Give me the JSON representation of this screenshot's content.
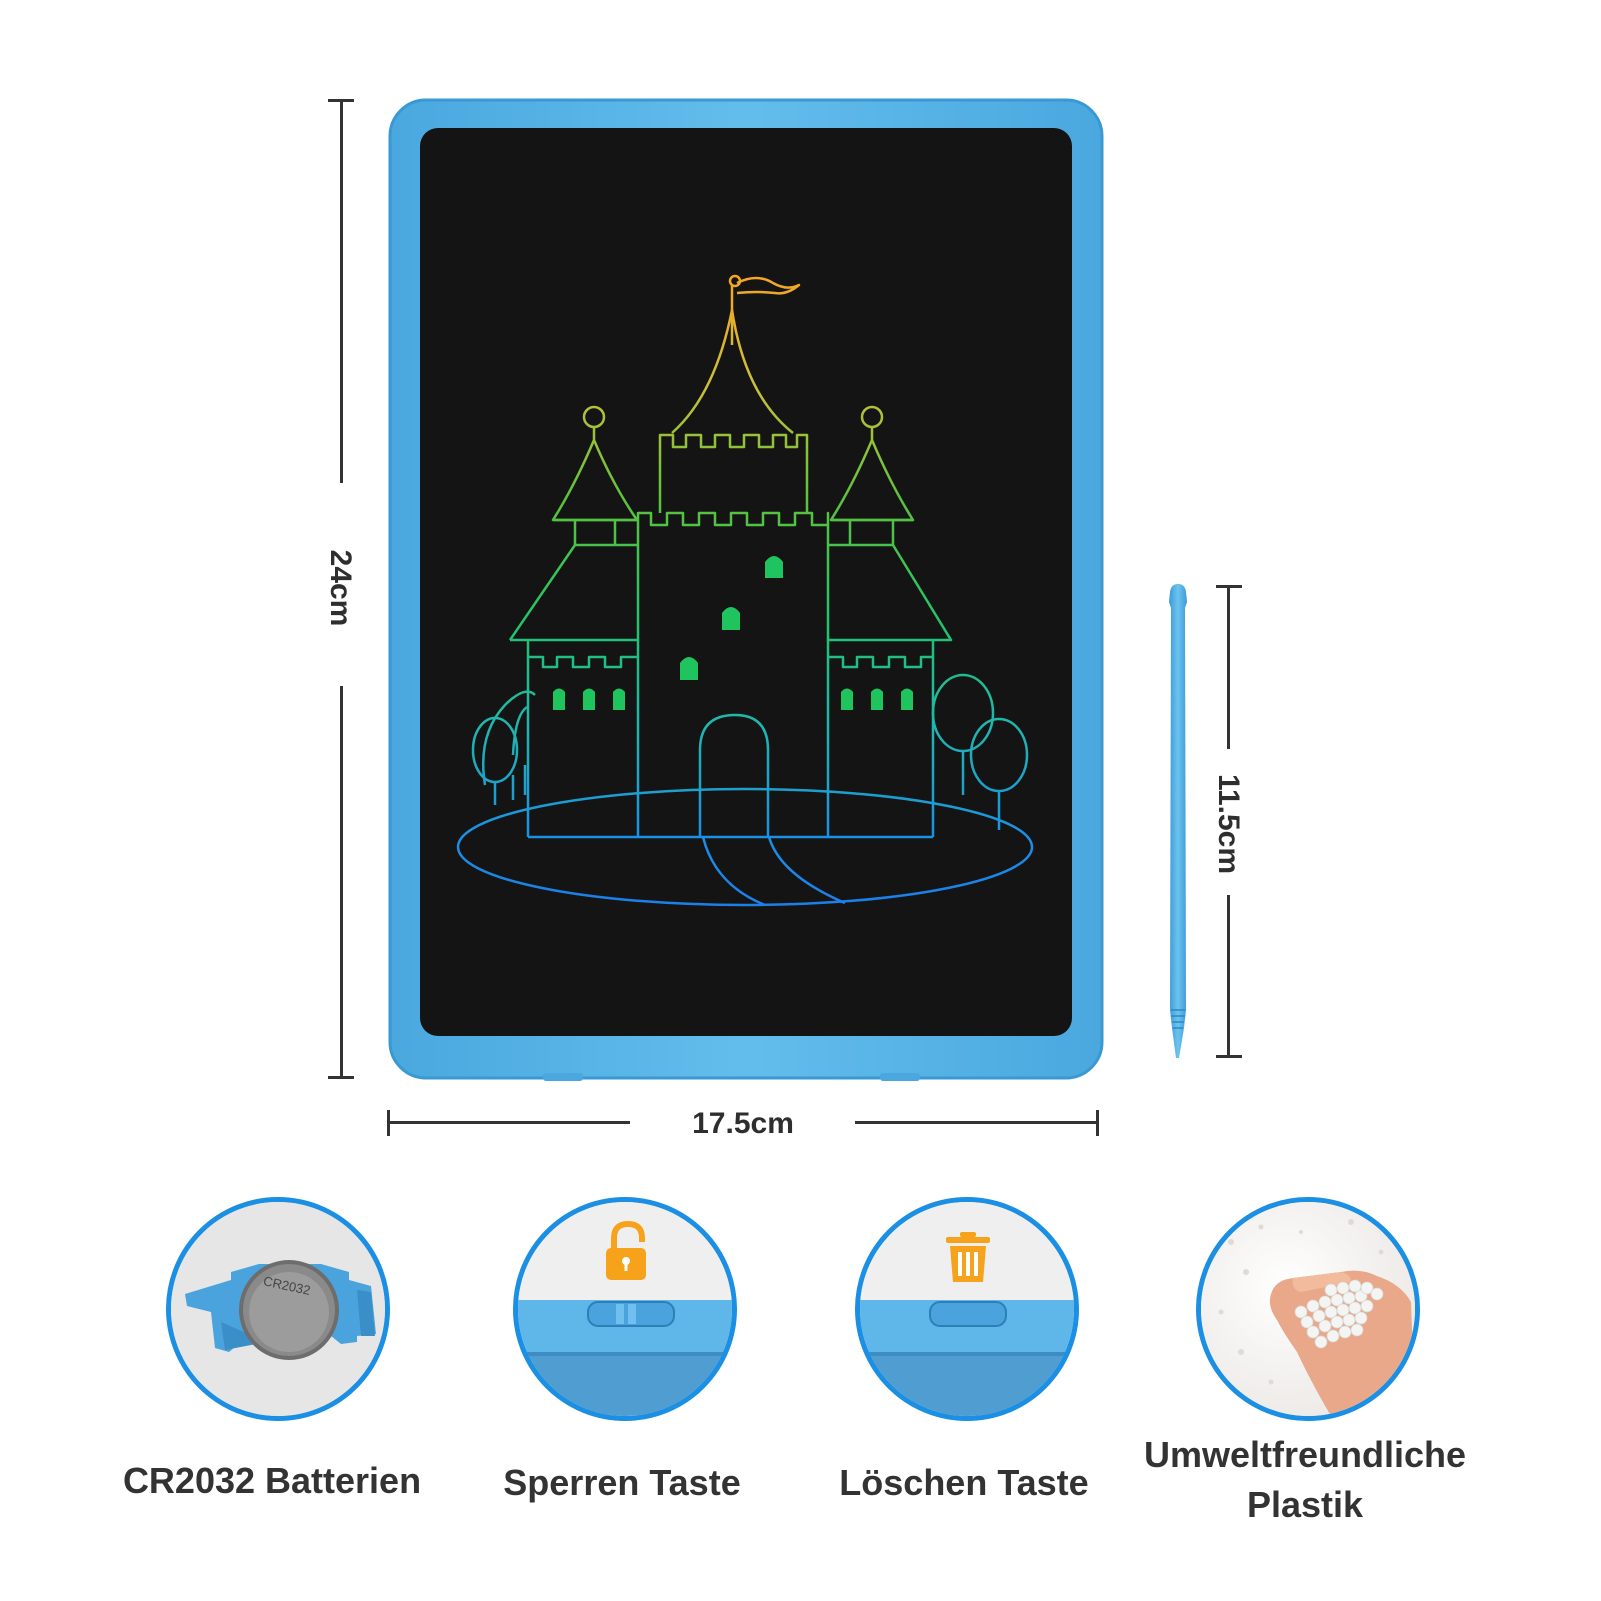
{
  "dimensions": {
    "height_label": "24cm",
    "width_label": "17.5cm",
    "pen_length_label": "11.5cm"
  },
  "features": [
    {
      "label": "CR2032 Batterien",
      "icon": "battery-icon"
    },
    {
      "label": "Sperren Taste",
      "icon": "lock-open-icon"
    },
    {
      "label": "Löschen Taste",
      "icon": "trash-icon"
    },
    {
      "label_line1": "Umweltfreundliche",
      "label_line2": "Plastik",
      "icon": "plastic-granules-icon"
    }
  ],
  "battery": {
    "engraving": "CR2032"
  },
  "colors": {
    "frame_blue": "#5cb8ea",
    "screen_black": "#141414",
    "accent_blue": "#1a8fe3",
    "icon_orange": "#f7a21b"
  }
}
